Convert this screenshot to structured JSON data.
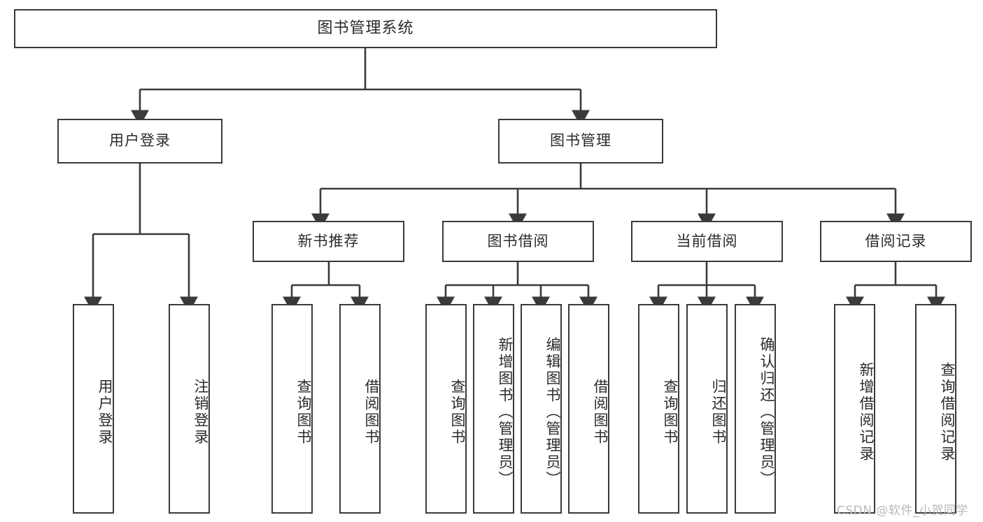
{
  "diagram": {
    "title": "图书管理系统",
    "type": "tree-hierarchy-chart",
    "watermark": "CSDN @软件_小贺同学",
    "stroke_color": "#3a3a3a",
    "text_color": "#2b2b2b",
    "background_color": "#ffffff",
    "nodes": {
      "root": {
        "label": "图书管理系统"
      },
      "level1": [
        {
          "id": "user-login",
          "label": "用户登录"
        },
        {
          "id": "book-manage",
          "label": "图书管理"
        }
      ],
      "level2": [
        {
          "id": "new-book-recommend",
          "label": "新书推荐"
        },
        {
          "id": "book-borrow",
          "label": "图书借阅"
        },
        {
          "id": "current-borrow",
          "label": "当前借阅"
        },
        {
          "id": "borrow-record",
          "label": "借阅记录"
        }
      ],
      "leaves": {
        "user-login": [
          {
            "id": "leaf-user-login",
            "label": "用户登录"
          },
          {
            "id": "leaf-user-logout",
            "label": "注销登录"
          }
        ],
        "new-book-recommend": [
          {
            "id": "leaf-query-book-1",
            "label": "查询图书"
          },
          {
            "id": "leaf-borrow-book-1",
            "label": "借阅图书"
          }
        ],
        "book-borrow": [
          {
            "id": "leaf-query-book-2",
            "label": "查询图书"
          },
          {
            "id": "leaf-add-book",
            "label": "新增图书（管理员）"
          },
          {
            "id": "leaf-edit-book",
            "label": "编辑图书（管理员）"
          },
          {
            "id": "leaf-borrow-book-2",
            "label": "借阅图书"
          }
        ],
        "current-borrow": [
          {
            "id": "leaf-query-book-3",
            "label": "查询图书"
          },
          {
            "id": "leaf-return-book",
            "label": "归还图书"
          },
          {
            "id": "leaf-confirm-return",
            "label": "确认归还（管理员）"
          }
        ],
        "borrow-record": [
          {
            "id": "leaf-add-record",
            "label": "新增借阅记录"
          },
          {
            "id": "leaf-query-record",
            "label": "查询借阅记录"
          }
        ]
      }
    }
  }
}
